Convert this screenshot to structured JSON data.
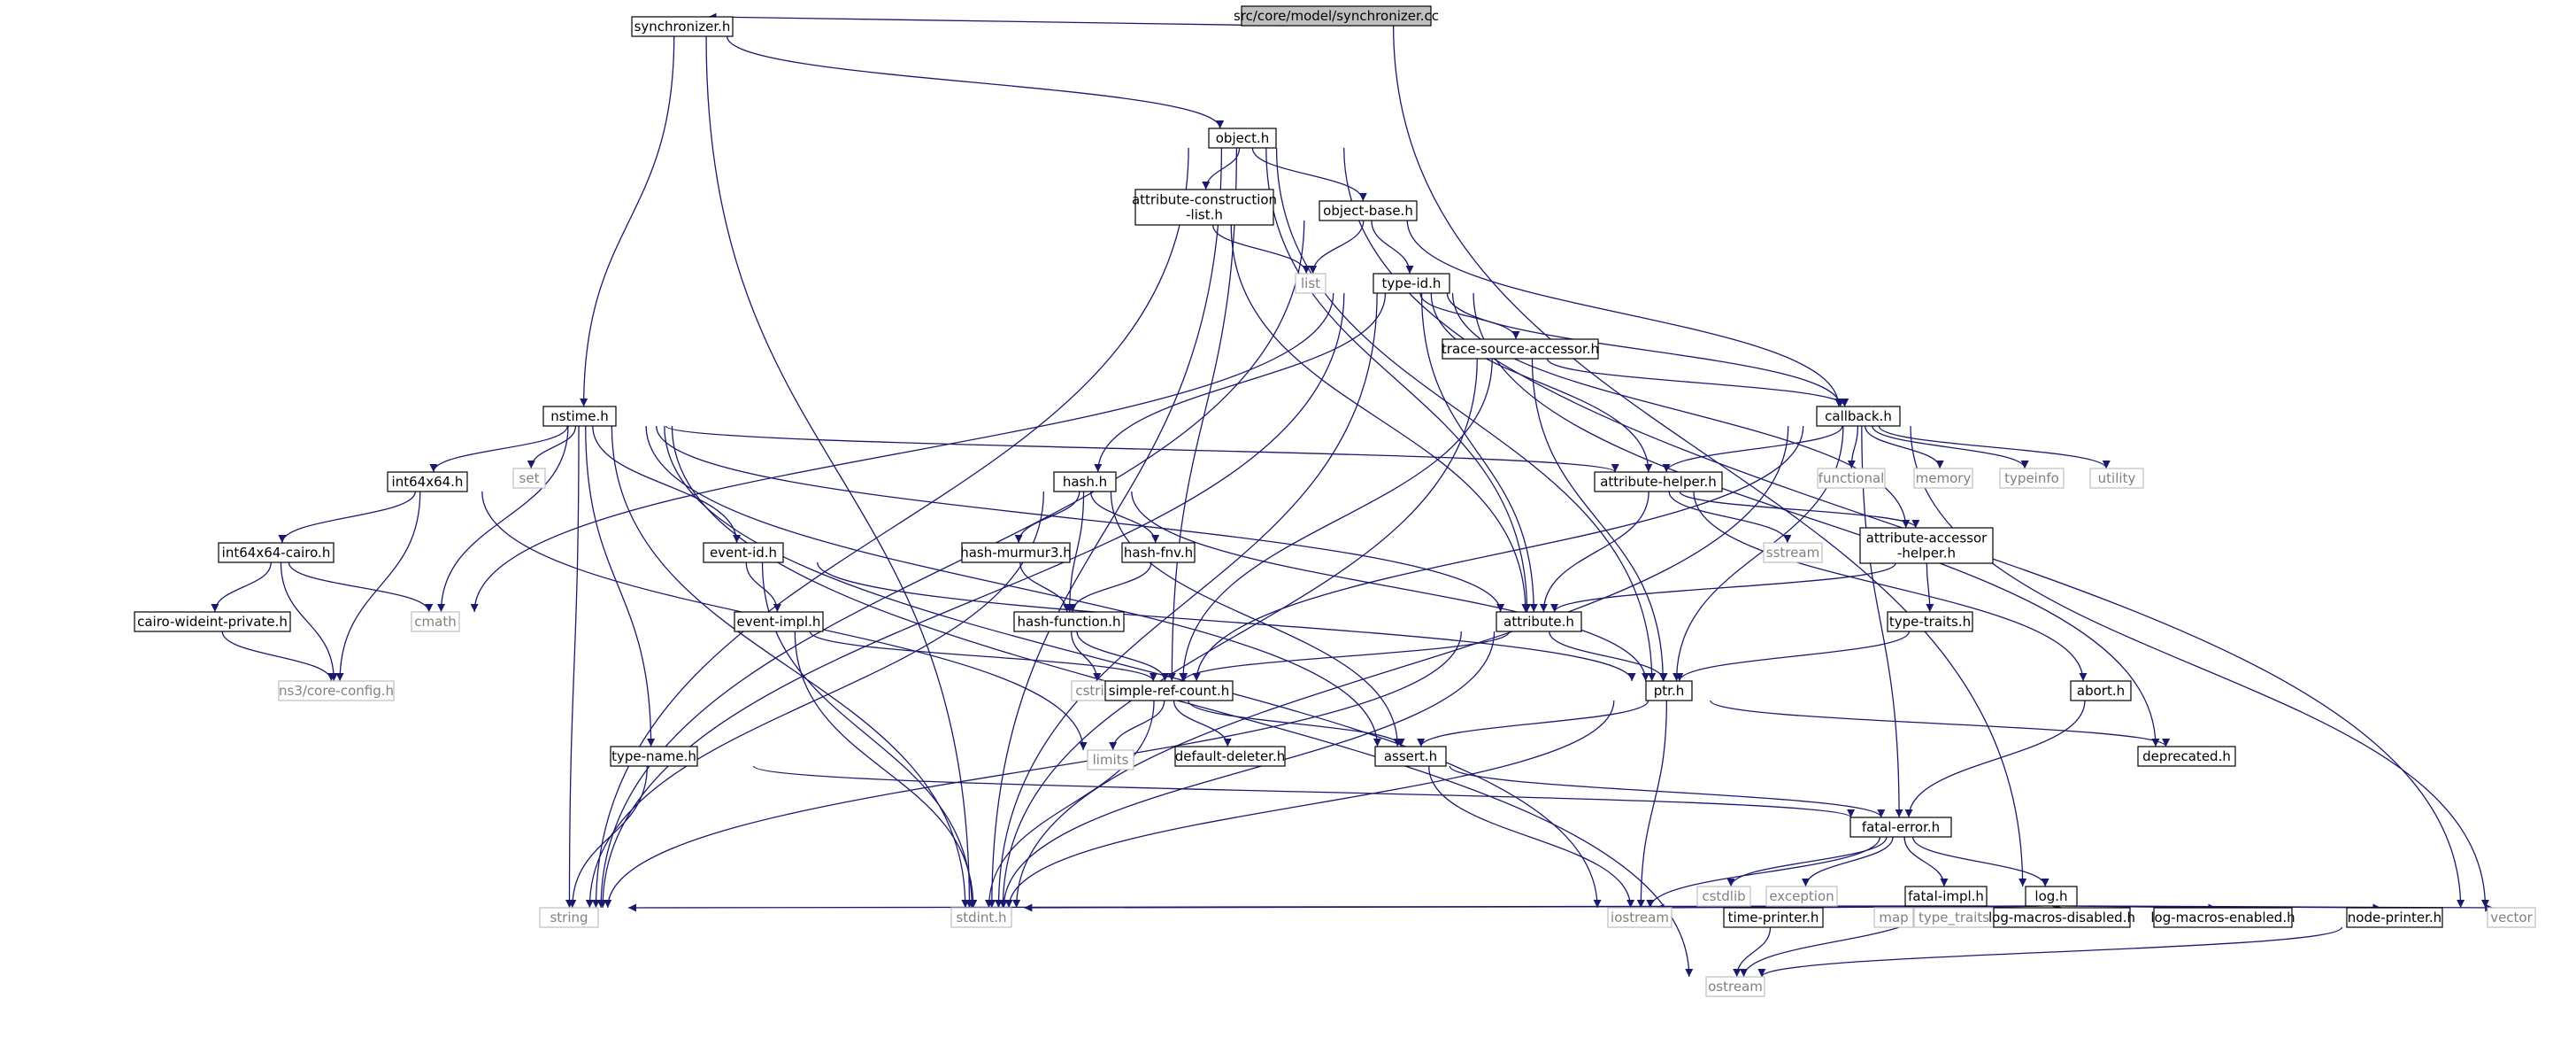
{
  "title": "src/core/model/synchronizer.cc",
  "colors": {
    "edge": "#191970",
    "node_border": "#000000",
    "external_border": "#bfbfbf",
    "external_text": "#808080",
    "root_fill": "#bfbfbf",
    "node_fill": "#ffffff"
  },
  "nodes": [
    {
      "id": "root",
      "label": "src/core/model/synchronizer.cc",
      "kind": "root"
    },
    {
      "id": "synchronizer",
      "label": "synchronizer.h",
      "kind": "file"
    },
    {
      "id": "object",
      "label": "object.h",
      "kind": "file"
    },
    {
      "id": "attr_construction",
      "label": "attribute-construction\n-list.h",
      "kind": "file"
    },
    {
      "id": "object_base",
      "label": "object-base.h",
      "kind": "file"
    },
    {
      "id": "list",
      "label": "list",
      "kind": "external"
    },
    {
      "id": "type_id",
      "label": "type-id.h",
      "kind": "file"
    },
    {
      "id": "trace_source",
      "label": "trace-source-accessor.h",
      "kind": "file"
    },
    {
      "id": "callback",
      "label": "callback.h",
      "kind": "file"
    },
    {
      "id": "nstime",
      "label": "nstime.h",
      "kind": "file"
    },
    {
      "id": "int64x64",
      "label": "int64x64.h",
      "kind": "file"
    },
    {
      "id": "set",
      "label": "set",
      "kind": "external"
    },
    {
      "id": "hash",
      "label": "hash.h",
      "kind": "file"
    },
    {
      "id": "attr_helper",
      "label": "attribute-helper.h",
      "kind": "file"
    },
    {
      "id": "functional",
      "label": "functional",
      "kind": "external"
    },
    {
      "id": "memory",
      "label": "memory",
      "kind": "external"
    },
    {
      "id": "typeinfo",
      "label": "typeinfo",
      "kind": "external"
    },
    {
      "id": "utility",
      "label": "utility",
      "kind": "external"
    },
    {
      "id": "int64x64_cairo",
      "label": "int64x64-cairo.h",
      "kind": "file"
    },
    {
      "id": "event_id",
      "label": "event-id.h",
      "kind": "file"
    },
    {
      "id": "hash_murmur3",
      "label": "hash-murmur3.h",
      "kind": "file"
    },
    {
      "id": "hash_fnv",
      "label": "hash-fnv.h",
      "kind": "file"
    },
    {
      "id": "sstream",
      "label": "sstream",
      "kind": "external"
    },
    {
      "id": "attr_accessor",
      "label": "attribute-accessor\n-helper.h",
      "kind": "file"
    },
    {
      "id": "cmath",
      "label": "cmath",
      "kind": "external"
    },
    {
      "id": "cairo_wideint",
      "label": "cairo-wideint-private.h",
      "kind": "file"
    },
    {
      "id": "event_impl",
      "label": "event-impl.h",
      "kind": "file"
    },
    {
      "id": "hash_function",
      "label": "hash-function.h",
      "kind": "file"
    },
    {
      "id": "attribute",
      "label": "attribute.h",
      "kind": "file"
    },
    {
      "id": "type_traits_h",
      "label": "type-traits.h",
      "kind": "file"
    },
    {
      "id": "core_config",
      "label": "ns3/core-config.h",
      "kind": "external"
    },
    {
      "id": "cstring",
      "label": "cstring",
      "kind": "external"
    },
    {
      "id": "simple_ref",
      "label": "simple-ref-count.h",
      "kind": "file"
    },
    {
      "id": "ptr",
      "label": "ptr.h",
      "kind": "file"
    },
    {
      "id": "abort",
      "label": "abort.h",
      "kind": "file"
    },
    {
      "id": "type_name",
      "label": "type-name.h",
      "kind": "file"
    },
    {
      "id": "limits",
      "label": "limits",
      "kind": "external"
    },
    {
      "id": "default_deleter",
      "label": "default-deleter.h",
      "kind": "file"
    },
    {
      "id": "assert",
      "label": "assert.h",
      "kind": "file"
    },
    {
      "id": "deprecated",
      "label": "deprecated.h",
      "kind": "file"
    },
    {
      "id": "fatal_error",
      "label": "fatal-error.h",
      "kind": "file"
    },
    {
      "id": "cstdlib",
      "label": "cstdlib",
      "kind": "external"
    },
    {
      "id": "exception",
      "label": "exception",
      "kind": "external"
    },
    {
      "id": "fatal_impl",
      "label": "fatal-impl.h",
      "kind": "file"
    },
    {
      "id": "log",
      "label": "log.h",
      "kind": "file"
    },
    {
      "id": "string",
      "label": "string",
      "kind": "external"
    },
    {
      "id": "stdint",
      "label": "stdint.h",
      "kind": "external"
    },
    {
      "id": "iostream",
      "label": "iostream",
      "kind": "external"
    },
    {
      "id": "time_printer",
      "label": "time-printer.h",
      "kind": "file"
    },
    {
      "id": "map",
      "label": "map",
      "kind": "external"
    },
    {
      "id": "type_traits",
      "label": "type_traits",
      "kind": "external"
    },
    {
      "id": "log_disabled",
      "label": "log-macros-disabled.h",
      "kind": "file"
    },
    {
      "id": "log_enabled",
      "label": "log-macros-enabled.h",
      "kind": "file"
    },
    {
      "id": "node_printer",
      "label": "node-printer.h",
      "kind": "file"
    },
    {
      "id": "vector",
      "label": "vector",
      "kind": "external"
    },
    {
      "id": "ostream",
      "label": "ostream",
      "kind": "external"
    }
  ],
  "edges": [
    [
      "root",
      "synchronizer"
    ],
    [
      "root",
      "log"
    ],
    [
      "synchronizer",
      "object"
    ],
    [
      "synchronizer",
      "nstime"
    ],
    [
      "synchronizer",
      "stdint"
    ],
    [
      "object",
      "attr_construction"
    ],
    [
      "object",
      "object_base"
    ],
    [
      "object",
      "attribute"
    ],
    [
      "object",
      "ptr"
    ],
    [
      "object",
      "simple_ref"
    ],
    [
      "object",
      "string"
    ],
    [
      "object",
      "stdint"
    ],
    [
      "object",
      "vector"
    ],
    [
      "attr_construction",
      "list"
    ],
    [
      "attr_construction",
      "attribute"
    ],
    [
      "object_base",
      "list"
    ],
    [
      "object_base",
      "type_id"
    ],
    [
      "object_base",
      "callback"
    ],
    [
      "object_base",
      "string"
    ],
    [
      "type_id",
      "trace_source"
    ],
    [
      "type_id",
      "callback"
    ],
    [
      "type_id",
      "hash"
    ],
    [
      "type_id",
      "attribute"
    ],
    [
      "type_id",
      "attr_helper"
    ],
    [
      "type_id",
      "attr_accessor"
    ],
    [
      "type_id",
      "deprecated"
    ],
    [
      "type_id",
      "stdint"
    ],
    [
      "type_id",
      "string"
    ],
    [
      "type_id",
      "cmath"
    ],
    [
      "trace_source",
      "callback"
    ],
    [
      "trace_source",
      "simple_ref"
    ],
    [
      "trace_source",
      "ptr"
    ],
    [
      "trace_source",
      "stdint"
    ],
    [
      "callback",
      "attr_helper"
    ],
    [
      "callback",
      "functional"
    ],
    [
      "callback",
      "memory"
    ],
    [
      "callback",
      "typeinfo"
    ],
    [
      "callback",
      "utility"
    ],
    [
      "callback",
      "vector"
    ],
    [
      "callback",
      "ptr"
    ],
    [
      "callback",
      "fatal_error"
    ],
    [
      "callback",
      "simple_ref"
    ],
    [
      "callback",
      "stdint"
    ],
    [
      "nstime",
      "int64x64"
    ],
    [
      "nstime",
      "set"
    ],
    [
      "nstime",
      "event_id"
    ],
    [
      "nstime",
      "type_name"
    ],
    [
      "nstime",
      "attr_helper"
    ],
    [
      "nstime",
      "attribute"
    ],
    [
      "nstime",
      "assert"
    ],
    [
      "nstime",
      "ostream"
    ],
    [
      "nstime",
      "stdint"
    ],
    [
      "nstime",
      "string"
    ],
    [
      "nstime",
      "iostream"
    ],
    [
      "nstime",
      "cmath"
    ],
    [
      "int64x64",
      "int64x64_cairo"
    ],
    [
      "int64x64",
      "core_config"
    ],
    [
      "int64x64",
      "limits"
    ],
    [
      "int64x64_cairo",
      "cairo_wideint"
    ],
    [
      "int64x64_cairo",
      "cmath"
    ],
    [
      "int64x64_cairo",
      "core_config"
    ],
    [
      "cairo_wideint",
      "core_config"
    ],
    [
      "hash",
      "hash_murmur3"
    ],
    [
      "hash",
      "hash_fnv"
    ],
    [
      "hash",
      "hash_function"
    ],
    [
      "hash",
      "assert"
    ],
    [
      "hash",
      "ptr"
    ],
    [
      "hash",
      "string"
    ],
    [
      "hash_murmur3",
      "hash_function"
    ],
    [
      "hash_fnv",
      "hash_function"
    ],
    [
      "hash_function",
      "simple_ref"
    ],
    [
      "hash_function",
      "cstring"
    ],
    [
      "event_id",
      "event_impl"
    ],
    [
      "event_id",
      "ptr"
    ],
    [
      "event_id",
      "stdint"
    ],
    [
      "event_impl",
      "simple_ref"
    ],
    [
      "event_impl",
      "stdint"
    ],
    [
      "attr_helper",
      "attr_accessor"
    ],
    [
      "attr_helper",
      "sstream"
    ],
    [
      "attr_helper",
      "abort"
    ],
    [
      "attr_helper",
      "attribute"
    ],
    [
      "attr_accessor",
      "type_traits_h"
    ],
    [
      "attr_accessor",
      "attribute"
    ],
    [
      "type_traits_h",
      "ptr"
    ],
    [
      "attribute",
      "ptr"
    ],
    [
      "attribute",
      "simple_ref"
    ],
    [
      "attribute",
      "string"
    ],
    [
      "attribute",
      "stdint"
    ],
    [
      "simple_ref",
      "default_deleter"
    ],
    [
      "simple_ref",
      "assert"
    ],
    [
      "simple_ref",
      "limits"
    ],
    [
      "simple_ref",
      "stdint"
    ],
    [
      "ptr",
      "assert"
    ],
    [
      "ptr",
      "deprecated"
    ],
    [
      "ptr",
      "iostream"
    ],
    [
      "ptr",
      "stdint"
    ],
    [
      "abort",
      "fatal_error"
    ],
    [
      "type_name",
      "fatal_error"
    ],
    [
      "type_name",
      "string"
    ],
    [
      "assert",
      "fatal_error"
    ],
    [
      "assert",
      "iostream"
    ],
    [
      "fatal_error",
      "cstdlib"
    ],
    [
      "fatal_error",
      "exception"
    ],
    [
      "fatal_error",
      "fatal_impl"
    ],
    [
      "fatal_error",
      "log"
    ],
    [
      "fatal_error",
      "iostream"
    ],
    [
      "fatal_impl",
      "ostream"
    ],
    [
      "log",
      "iostream"
    ],
    [
      "log",
      "log_disabled"
    ],
    [
      "log",
      "log_enabled"
    ],
    [
      "log",
      "node_printer"
    ],
    [
      "log",
      "time_printer"
    ],
    [
      "log",
      "map"
    ],
    [
      "log",
      "type_traits"
    ],
    [
      "log",
      "vector"
    ],
    [
      "log",
      "string"
    ],
    [
      "log",
      "stdint"
    ],
    [
      "time_printer",
      "ostream"
    ],
    [
      "node_printer",
      "ostream"
    ]
  ]
}
